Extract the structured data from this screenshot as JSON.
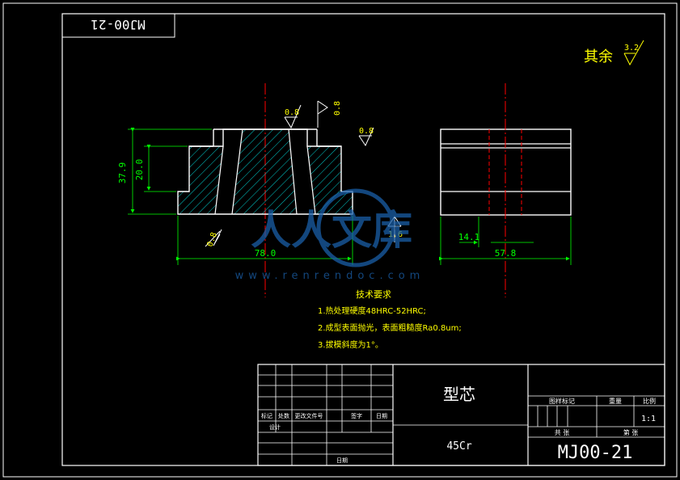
{
  "drawing_number": "MJ00-21",
  "drawing_number_mirrored": "MJ00-21",
  "roughness_general": {
    "label": "其余",
    "value": "3.2"
  },
  "roughness_marks": [
    "0.8",
    "0.8",
    "0.8",
    "0.8",
    "1.6"
  ],
  "dimensions": {
    "height_total": "37.9",
    "height_step": "20.0",
    "width_front": "78.0",
    "width_side": "57.8",
    "offset_side": "14.1"
  },
  "watermark": {
    "brand": "人人文库",
    "url": "www.renrendoc.com"
  },
  "tech_requirements": {
    "title": "技术要求",
    "items": [
      "1.热处理硬度48HRC-52HRC;",
      "2.成型表面抛光，表面粗糙度Ra0.8um;",
      "3.拔模斜度为1°。"
    ]
  },
  "title_block": {
    "part_name": "型芯",
    "material": "45Cr",
    "drawing_number": "MJ00-21",
    "scale": "1:1",
    "headers": {
      "stage_mark": "图样标记",
      "weight": "重量",
      "scale": "比例",
      "total": "共 张",
      "sheet": "第 张",
      "mark": "标记",
      "count": "处数",
      "change_doc": "更改文件号",
      "signature": "签字",
      "date": "日期",
      "design": "设计",
      "date2": "日期"
    }
  },
  "colors": {
    "background": "#000000",
    "line": "#ffffff",
    "dimension": "#00ff00",
    "hatch": "#00ffff",
    "centerline": "#ff0000",
    "annotation": "#ffff00",
    "watermark": "#1a5fa8"
  }
}
